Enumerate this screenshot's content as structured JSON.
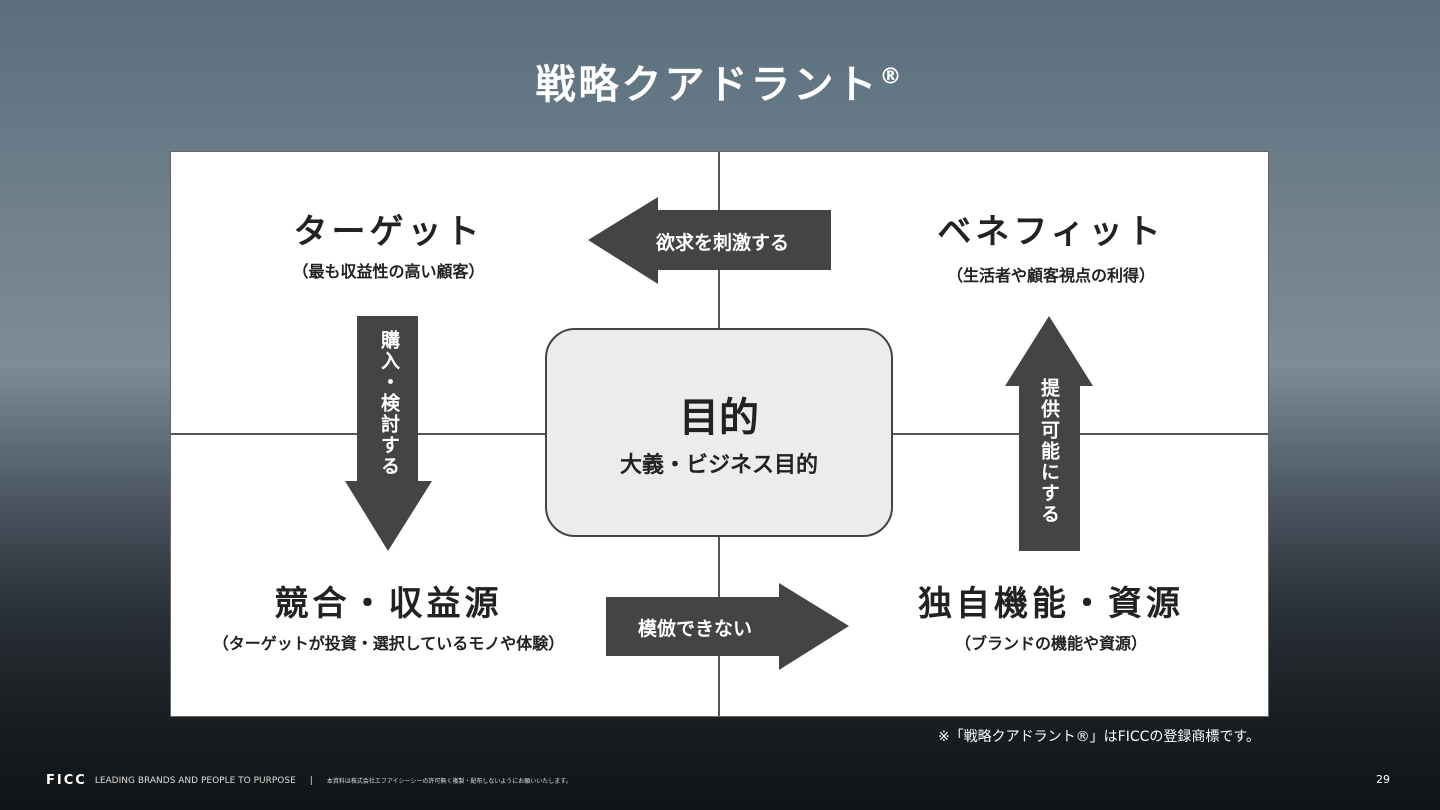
{
  "title": {
    "text": "戦略クアドラント",
    "mark": "®"
  },
  "quadrants": {
    "target": {
      "heading": "ターゲット",
      "sub": "（最も収益性の高い顧客）"
    },
    "benefit": {
      "heading": "ベネフィット",
      "sub": "（生活者や顧客視点の利得）"
    },
    "competition": {
      "heading": "競合・収益源",
      "sub": "（ターゲットが投資・選択しているモノや体験）"
    },
    "unique": {
      "heading": "独自機能・資源",
      "sub": "（ブランドの機能や資源）"
    }
  },
  "center": {
    "main": "目的",
    "sub": "大義・ビジネス目的"
  },
  "arrows": {
    "left": "欲求を刺激する",
    "down": "購入・検討する",
    "right": "模倣できない",
    "up": "提供可能にする"
  },
  "note": "※「戦略クアドラント®」はFICCの登録商標です。",
  "footer": {
    "logo": "FICC",
    "tagline": "LEADING BRANDS AND PEOPLE TO PURPOSE",
    "sep": "|",
    "notice": "本資料は株式会社エフアイシーシーの許可無く複製・配布しないようにお願いいたします。"
  },
  "page_number": "29"
}
